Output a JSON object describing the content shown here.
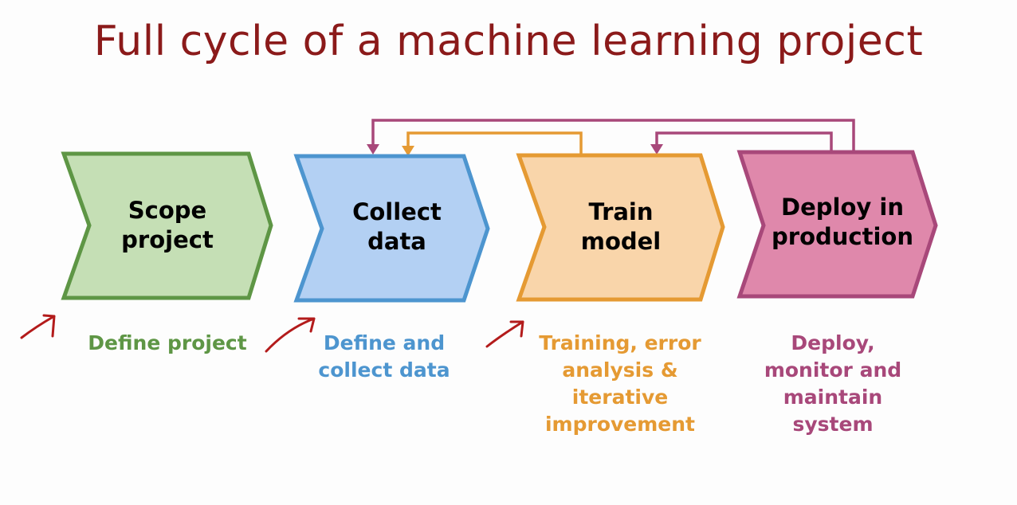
{
  "title": "Full cycle of a machine learning project",
  "colors": {
    "title": "#8b1a1a",
    "scope": {
      "fill": "#c5dfb5",
      "stroke": "#5e9645",
      "text": "#5e9645"
    },
    "collect": {
      "fill": "#b3d0f3",
      "stroke": "#4d95cf",
      "text": "#4d95cf"
    },
    "train": {
      "fill": "#f9d5aa",
      "stroke": "#e59a33",
      "text": "#e59a33"
    },
    "deploy": {
      "fill": "#df88ab",
      "stroke": "#a8487a",
      "text": "#a8487a"
    },
    "annotation": "#b31b1b"
  },
  "stages": [
    {
      "id": "scope",
      "label": "Scope\nproject",
      "caption": "Define project"
    },
    {
      "id": "collect",
      "label": "Collect\ndata",
      "caption": "Define and\ncollect data"
    },
    {
      "id": "train",
      "label": "Train\nmodel",
      "caption": "Training, error\nanalysis &\niterative\nimprovement"
    },
    {
      "id": "deploy",
      "label": "Deploy in\nproduction",
      "caption": "Deploy,\nmonitor and\nmaintain\nsystem"
    }
  ],
  "feedback_loops": [
    {
      "from": "deploy",
      "to": "collect",
      "color": "#a8487a"
    },
    {
      "from": "train",
      "to": "collect",
      "color": "#e59a33"
    },
    {
      "from": "deploy",
      "to": "train",
      "color": "#a8487a"
    }
  ]
}
